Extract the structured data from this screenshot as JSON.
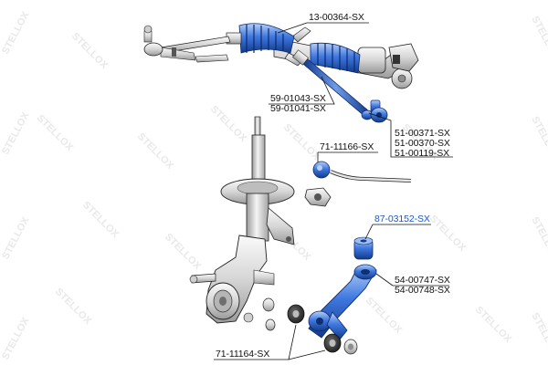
{
  "brand": {
    "watermark_text": "STELLOX"
  },
  "colors": {
    "highlight": "#2a63d8",
    "highlight_light": "#9fbff2",
    "highlight_dark": "#123a8a",
    "metal_light": "#f2f2f2",
    "metal": "#cfcfcf",
    "metal_dark": "#8e8e8e",
    "line": "#222222",
    "label_highlight": "#1f57c6"
  },
  "labels": [
    {
      "id": "l1",
      "text": "13-00364-SX"
    },
    {
      "id": "l2",
      "text": "59-01043-SX"
    },
    {
      "id": "l3",
      "text": "59-01041-SX"
    },
    {
      "id": "l4",
      "text": "51-00371-SX"
    },
    {
      "id": "l5",
      "text": "51-00370-SX"
    },
    {
      "id": "l6",
      "text": "51-00119-SX"
    },
    {
      "id": "l7",
      "text": "71-11166-SX"
    },
    {
      "id": "l8",
      "text": "87-03152-SX"
    },
    {
      "id": "l9",
      "text": "54-00747-SX"
    },
    {
      "id": "l10",
      "text": "54-00748-SX"
    },
    {
      "id": "l11",
      "text": "71-11164-SX"
    }
  ]
}
